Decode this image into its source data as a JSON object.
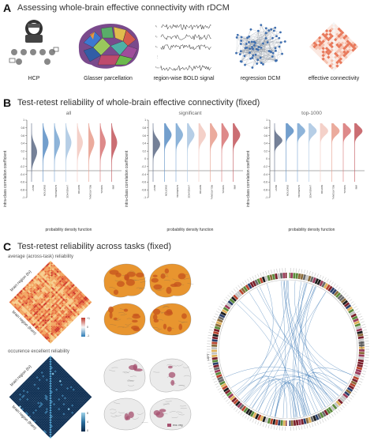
{
  "panelA": {
    "letter": "A",
    "title": "Assessing whole-brain effective connectivity with rDCM",
    "items": [
      {
        "caption": "HCP"
      },
      {
        "caption": "Glasser parcellation"
      },
      {
        "caption": "region-wise BOLD signal"
      },
      {
        "caption": "regression DCM"
      },
      {
        "caption": "effective connectivity"
      }
    ],
    "signal_labels": [
      "r₁",
      "r₂",
      "r₃",
      "⋮",
      "r₃₆₀"
    ]
  },
  "panelB": {
    "letter": "B",
    "title": "Test-retest reliability of whole-brain effective connectivity (fixed)",
    "y_axis_label": "intra-class correlation coefficient",
    "x_axis_label": "probability density function",
    "y_ticks": [
      "1",
      "0.8",
      "0.6",
      "0.4",
      "0.2",
      "0",
      "-0.2",
      "-0.4",
      "-0.6",
      "-0.8",
      "-1"
    ],
    "conditions": [
      "REST",
      "EMOTION",
      "GAMBLING",
      "LANGUAGE",
      "MOTOR",
      "RELATIONAL",
      "SOCIAL",
      "WM"
    ],
    "condition_colors": [
      "#5d6b86",
      "#5b8ec4",
      "#7aa7d2",
      "#a9c6e2",
      "#f2c9bf",
      "#e79c8c",
      "#d87676",
      "#c2555a"
    ],
    "subplots": [
      {
        "subtitle": "all"
      },
      {
        "subtitle": "significant"
      },
      {
        "subtitle": "top-1000"
      }
    ]
  },
  "panelC": {
    "letter": "C",
    "title": "Test-retest reliability across tasks (fixed)",
    "matrix1": {
      "title": "average (across-task) reliability",
      "axis_to": "brain region (to)",
      "axis_from": "brain region (from)",
      "colorbar_max": "+1",
      "colorbar_min": "-1",
      "colorbar_mid": "0"
    },
    "matrix2": {
      "title": "occurence excellent reliability",
      "axis_to": "brain region (to)",
      "axis_from": "brain region (from)",
      "colorbar_max": "8",
      "colorbar_mid": "4",
      "colorbar_min": "0"
    },
    "brain_legend": "exc. reg",
    "circle_labels": {
      "left": "LEFT",
      "right": "RIGHT"
    }
  }
}
